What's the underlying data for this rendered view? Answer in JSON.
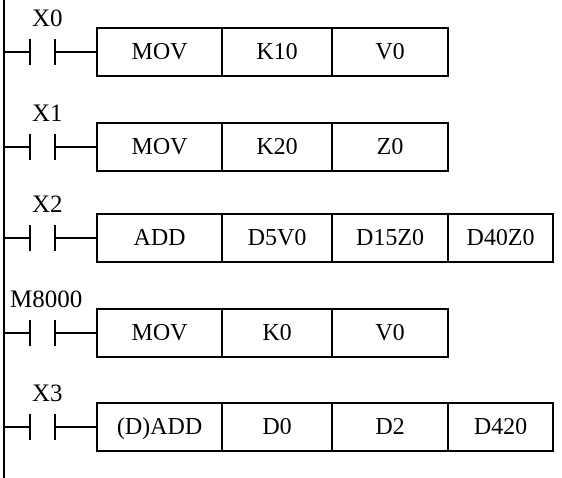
{
  "rungs": [
    {
      "contact": "X0",
      "instruction": [
        "MOV",
        "K10",
        "V0"
      ]
    },
    {
      "contact": "X1",
      "instruction": [
        "MOV",
        "K20",
        "Z0"
      ]
    },
    {
      "contact": "X2",
      "instruction": [
        "ADD",
        "D5V0",
        "D15Z0",
        "D40Z0"
      ]
    },
    {
      "contact": "M8000",
      "instruction": [
        "MOV",
        "K0",
        "V0"
      ]
    },
    {
      "contact": "X3",
      "instruction": [
        "(D)ADD",
        "D0",
        "D2",
        "D420"
      ]
    }
  ]
}
